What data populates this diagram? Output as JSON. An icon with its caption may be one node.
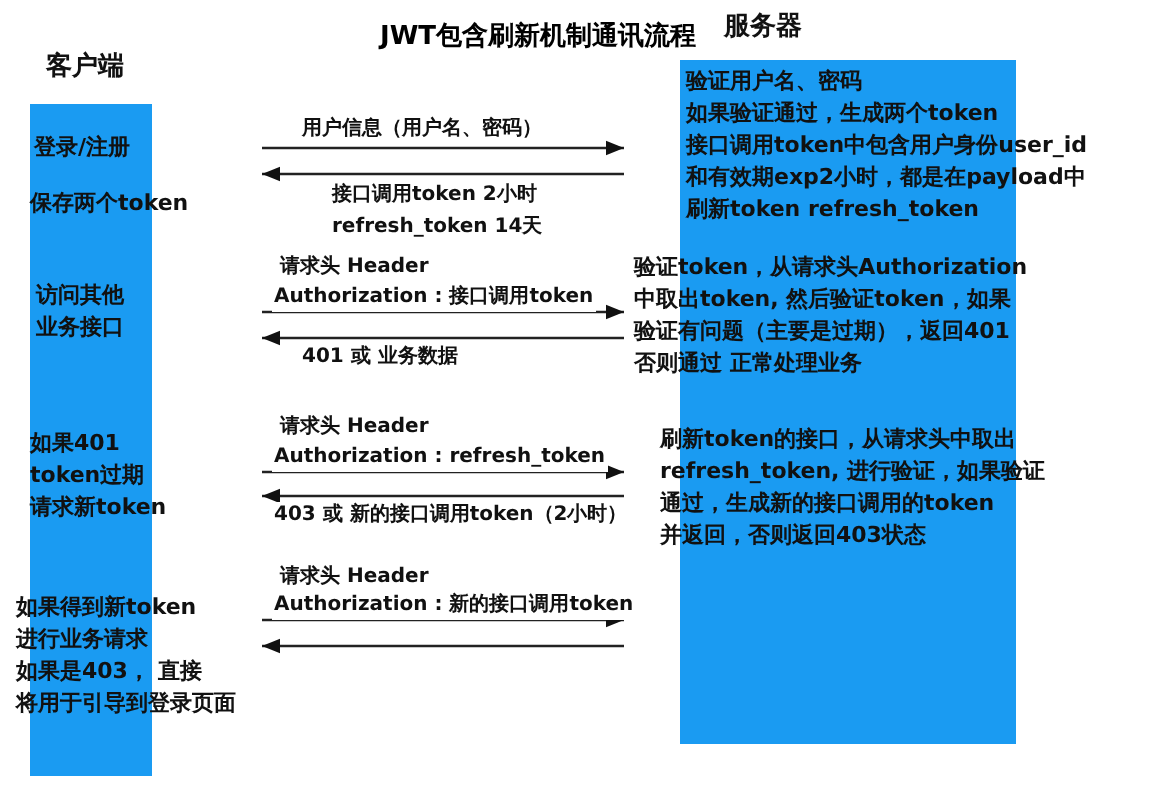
{
  "diagram": {
    "title": "JWT包含刷新机制通讯流程",
    "nodes": [
      {
        "text": [
          "客户端",
          "登录/注册",
          "保存两个token",
          "访问其他业务接口",
          "如果401 token过期请求新token",
          "如果得到新token进行业务请求如果是403， 直接将用于引导到登录页面"
        ]
      },
      {
        "text": [
          "服务器",
          "验证用户名、密码如果验证通过，生成两个token接口调用token中包含用户身份user_id和有效期exp2小时，都是在payload中刷新token refresh_token",
          "验证token，从请求头Authorization中取出token, 然后验证token，如果验证有问题（主要是过期），返回401否则通过 正常处理业务",
          "刷新token的接口，从请求头中取出refresh_token, 进行验证，如果验证通过，生成新的接口调用的token并返回，否则返回403状态"
        ]
      }
    ],
    "edges": [
      {
        "from": 0,
        "to": 1,
        "arrow": "to",
        "label": "用户信息（用户名、密码）"
      },
      {
        "from": 1,
        "to": 0,
        "arrow": "to",
        "label": "接口调用token 2小时refresh_token 14天"
      },
      {
        "from": 0,
        "to": 1,
        "arrow": "to",
        "label": "Authorization : 接口调用token"
      },
      {
        "from": 1,
        "to": 0,
        "arrow": "to",
        "label": "401 或 业务数据"
      },
      {
        "from": 0,
        "to": 1,
        "arrow": "to",
        "label": "Authorization : refresh_token"
      },
      {
        "from": 1,
        "to": 0,
        "arrow": "to",
        "label": "403 或 新的接口调用token（2小时）"
      },
      {
        "from": 0,
        "to": 1,
        "arrow": "to",
        "label": "Authorization : 新的接口调用token"
      },
      {
        "from": 1,
        "to": 0,
        "arrow": "to"
      }
    ],
    "labels": [
      "请求头 Header",
      "请求头 Header",
      "请求头 Header"
    ]
  }
}
